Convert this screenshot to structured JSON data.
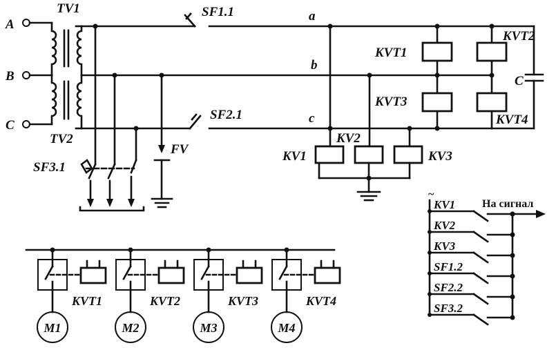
{
  "terminals": {
    "a": "A",
    "b": "B",
    "c": "C"
  },
  "transformers": {
    "top": "TV1",
    "bottom": "TV2"
  },
  "breakers": {
    "sf1": "SF1.1",
    "sf2": "SF2.1",
    "sf3": "SF3.1"
  },
  "buses": {
    "a": "a",
    "b": "b",
    "c": "c"
  },
  "arrester": "FV",
  "capacitor": "C",
  "relays": {
    "kvt1": "KVT1",
    "kvt2": "KVT2",
    "kvt3": "KVT3",
    "kvt4": "KVT4",
    "kv1": "KV1",
    "kv2": "KV2",
    "kv3": "KV3"
  },
  "signal": {
    "source": "~",
    "output": "На сигнал",
    "contacts": [
      "KV1",
      "KV2",
      "KV3",
      "SF1.2",
      "SF2.2",
      "SF3.2"
    ]
  },
  "motors": [
    {
      "relay": "KVT1",
      "motor": "M1"
    },
    {
      "relay": "KVT2",
      "motor": "M2"
    },
    {
      "relay": "KVT3",
      "motor": "M3"
    },
    {
      "relay": "KVT4",
      "motor": "M4"
    }
  ]
}
